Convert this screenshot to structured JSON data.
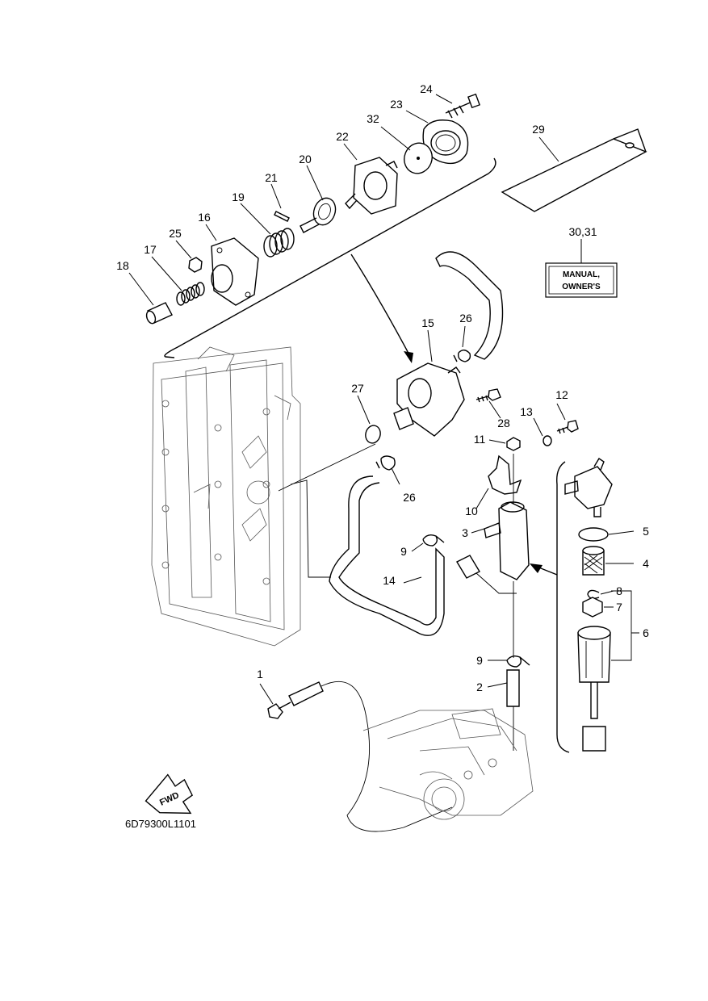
{
  "callouts": {
    "p1": "1",
    "p2": "2",
    "p3": "3",
    "p4": "4",
    "p5": "5",
    "p6": "6",
    "p7": "7",
    "p8": "8",
    "p9a": "9",
    "p9b": "9",
    "p10": "10",
    "p11": "11",
    "p12": "12",
    "p13": "13",
    "p14": "14",
    "p15": "15",
    "p16": "16",
    "p17": "17",
    "p18": "18",
    "p19": "19",
    "p20": "20",
    "p21": "21",
    "p22": "22",
    "p23": "23",
    "p24": "24",
    "p25": "25",
    "p26a": "26",
    "p26b": "26",
    "p27": "27",
    "p28": "28",
    "p29": "29",
    "p30_31": "30,31",
    "p32": "32"
  },
  "manual_box": {
    "line1": "MANUAL,",
    "line2": "OWNER'S"
  },
  "fwd_arrow": {
    "label": "FWD"
  },
  "diagram_code": "6D79300L1101"
}
